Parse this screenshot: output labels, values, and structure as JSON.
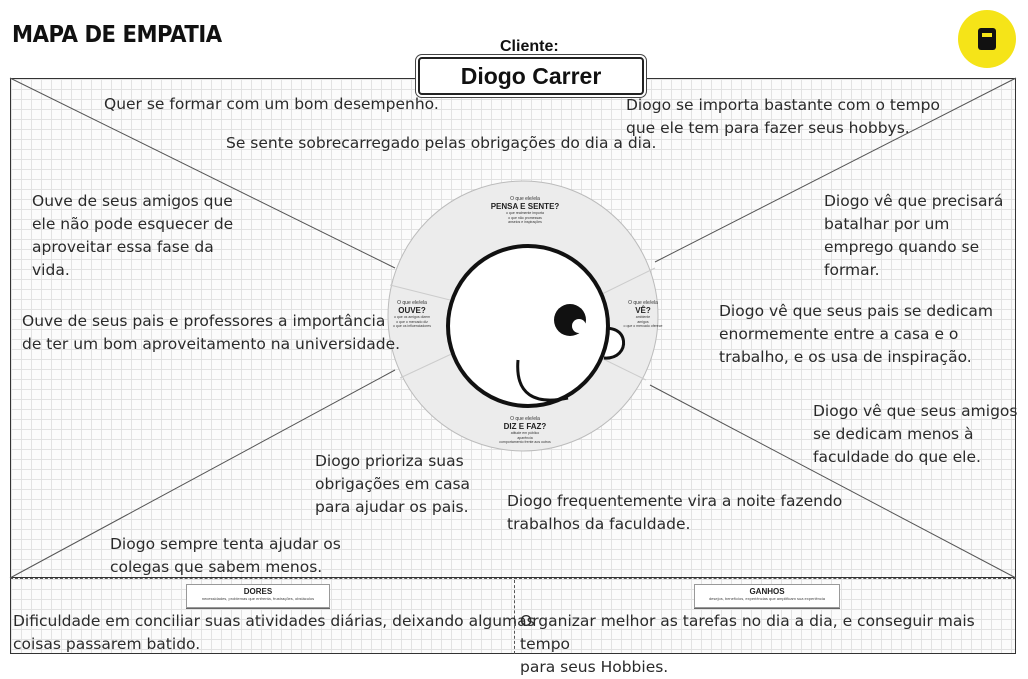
{
  "header": {
    "title": "MAPA DE EMPATIA",
    "client_label": "Cliente:",
    "client_name": "Diogo Carrer"
  },
  "logo": {
    "icon": "logo-icon",
    "color": "#f5e418"
  },
  "center": {
    "pensa": {
      "small": "O que ele/ela",
      "title": "PENSA E SENTE?",
      "sub": "o que realmente importa\no que não promessas\nanseios e inspirações"
    },
    "ouve": {
      "small": "O que ele/ela",
      "title": "OUVE?",
      "sub": "o que os amigos dizem\no que o mercado diz\no que os influenciadores"
    },
    "ve": {
      "small": "O que ele/ela",
      "title": "VÊ?",
      "sub": "ambiente\namigos\no que o mercado oferece"
    },
    "diz": {
      "small": "O que ele/ela",
      "title": "DIZ E FAZ?",
      "sub": "atitude em público\naparência\ncomportamento frente aos outros"
    }
  },
  "notes": {
    "pensa_1": "Quer se formar com um bom desempenho.",
    "pensa_2": "Se sente sobrecarregado pelas obrigações do dia a dia.",
    "pensa_3": "Diogo se importa bastante com o tempo\n que ele tem para fazer seus hobbys.",
    "ouve_1": "Ouve de seus amigos que\nele não pode esquecer de\naproveitar essa fase da\nvida.",
    "ouve_2": "Ouve de seus pais e professores a importância\nde ter um bom aproveitamento na universidade.",
    "ve_1": "Diogo vê que precisará\nbatalhar por um\nemprego quando se\nformar.",
    "ve_2": "Diogo vê que seus pais se dedicam\nenormemente entre a casa e o\ntrabalho, e os usa de inspiração.",
    "ve_3": "Diogo vê que seus amigos\nse dedicam menos à\nfaculdade do que ele.",
    "diz_1": "Diogo prioriza suas\nobrigações em casa\npara ajudar os pais.",
    "diz_2": "Diogo frequentemente vira a noite fazendo\ntrabalhos da faculdade.",
    "diz_3": "Diogo sempre tenta ajudar os\ncolegas que sabem menos."
  },
  "dores": {
    "title": "DORES",
    "sub": "necessidades, problemas que enfrenta, frustrações, obstáculos",
    "text": "Dificuldade em conciliar suas atividades diárias, deixando algumas\ncoisas passarem batido."
  },
  "ganhos": {
    "title": "GANHOS",
    "sub": "desejos, benefícios, experiências que amplificam sua experiência",
    "text": "Organizar melhor as tarefas no dia a dia, e conseguir mais tempo\npara seus Hobbies."
  }
}
